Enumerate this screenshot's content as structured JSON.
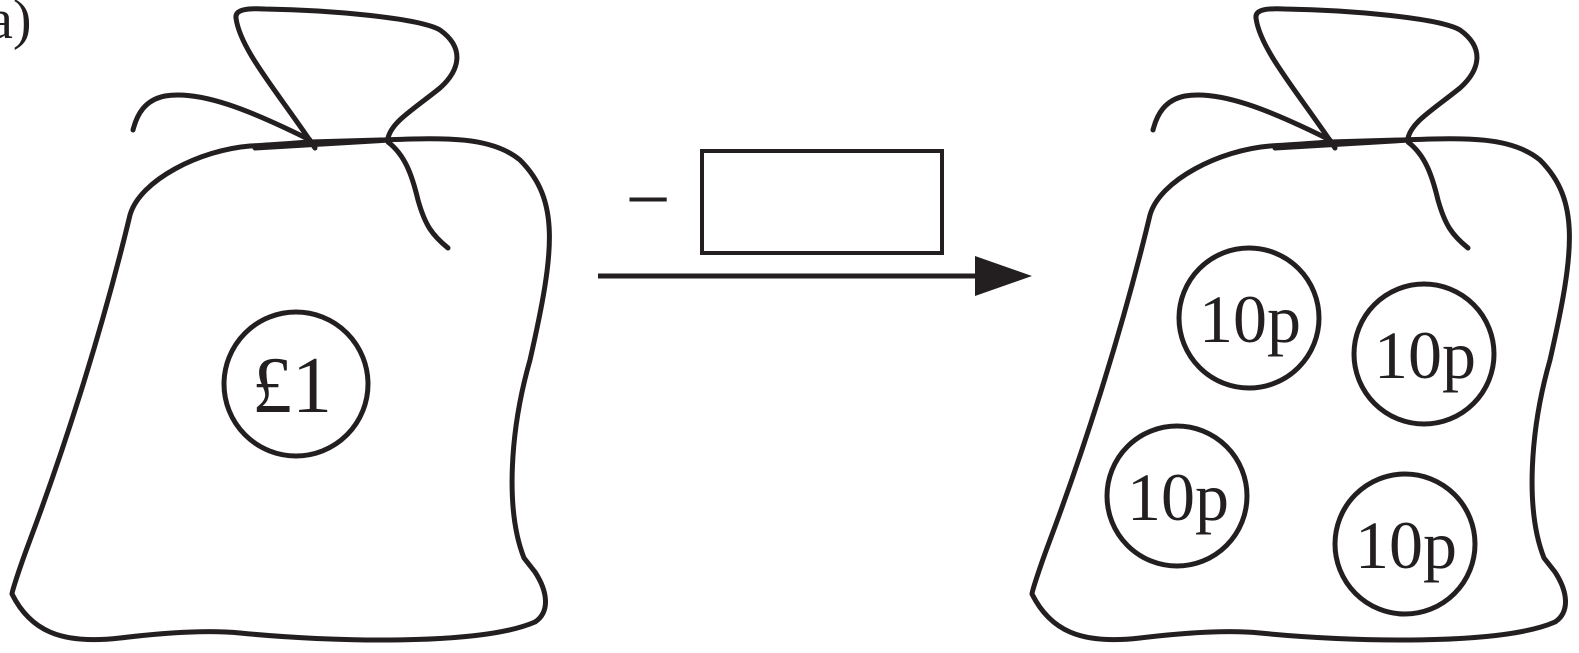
{
  "part_label": "a)",
  "operation": {
    "operator": "−",
    "answer_box_value": ""
  },
  "left_bag": {
    "coins": [
      {
        "label": "£1"
      }
    ]
  },
  "right_bag": {
    "coins": [
      {
        "label": "10p"
      },
      {
        "label": "10p"
      },
      {
        "label": "10p"
      },
      {
        "label": "10p"
      }
    ]
  }
}
